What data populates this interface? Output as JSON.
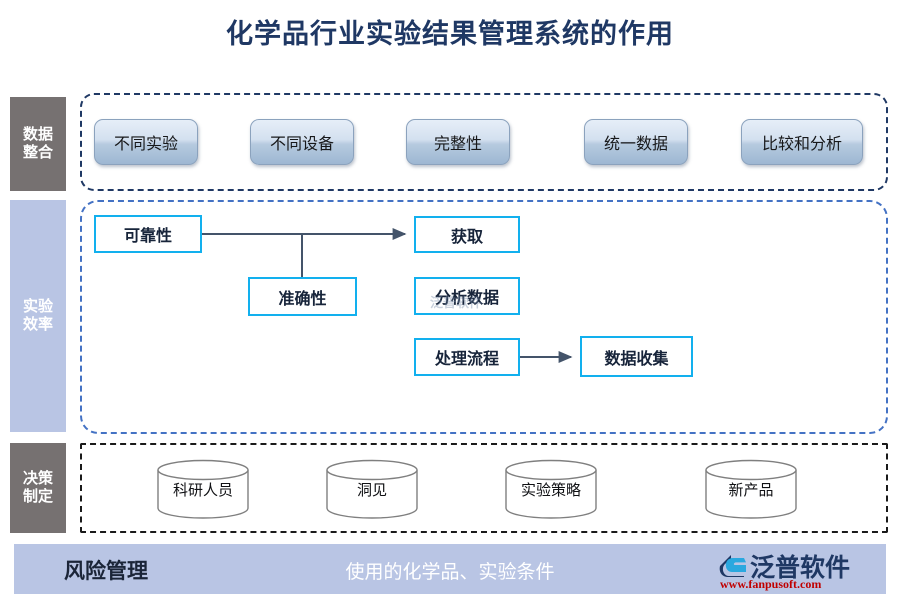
{
  "title": "化学品行业实验结果管理系统的作用",
  "colors": {
    "title_text": "#1f3864",
    "stage_gray": "#767171",
    "stage_blue": "#b9c5e4",
    "node_border_cyan": "#12b0ee",
    "group_border_navy": "#1f3864",
    "group_border_blue": "#4472c4",
    "group_border_black": "#1a1a1a",
    "connector_line": "#44546a",
    "footer_bar": "#b9c5e4",
    "logo_text": "#1f3864",
    "logo_url": "#c00000"
  },
  "stages": [
    {
      "id": "integration",
      "label_line1": "数据",
      "label_line2": "整合"
    },
    {
      "id": "efficiency",
      "label_line1": "实验",
      "label_line2": "效率"
    },
    {
      "id": "decision",
      "label_line1": "决策",
      "label_line2": "制定"
    }
  ],
  "integration_row": {
    "buttons": [
      {
        "label": "不同实验"
      },
      {
        "label": "不同设备"
      },
      {
        "label": "完整性"
      },
      {
        "label": "统一数据"
      },
      {
        "label": "比较和分析"
      }
    ]
  },
  "efficiency_row": {
    "nodes": [
      {
        "id": "reliability",
        "label": "可靠性"
      },
      {
        "id": "accuracy",
        "label": "准确性"
      },
      {
        "id": "acquire",
        "label": "获取"
      },
      {
        "id": "analyze",
        "label": "分析数据"
      },
      {
        "id": "process",
        "label": "处理流程"
      },
      {
        "id": "collect",
        "label": "数据收集"
      }
    ],
    "connections": [
      {
        "from": "reliability",
        "to": "acquire"
      },
      {
        "from": "accuracy",
        "to": "acquire"
      },
      {
        "from": "process",
        "to": "collect"
      }
    ]
  },
  "decision_row": {
    "cylinders": [
      {
        "label": "科研人员"
      },
      {
        "label": "洞见"
      },
      {
        "label": "实验策略"
      },
      {
        "label": "新产品"
      }
    ]
  },
  "footer": {
    "left_label": "风险管理",
    "center_label": "使用的化学品、实验条件"
  },
  "logo": {
    "word": "泛普软件",
    "url": "www.fanpusoft.com",
    "watermark": "泛普软件"
  }
}
